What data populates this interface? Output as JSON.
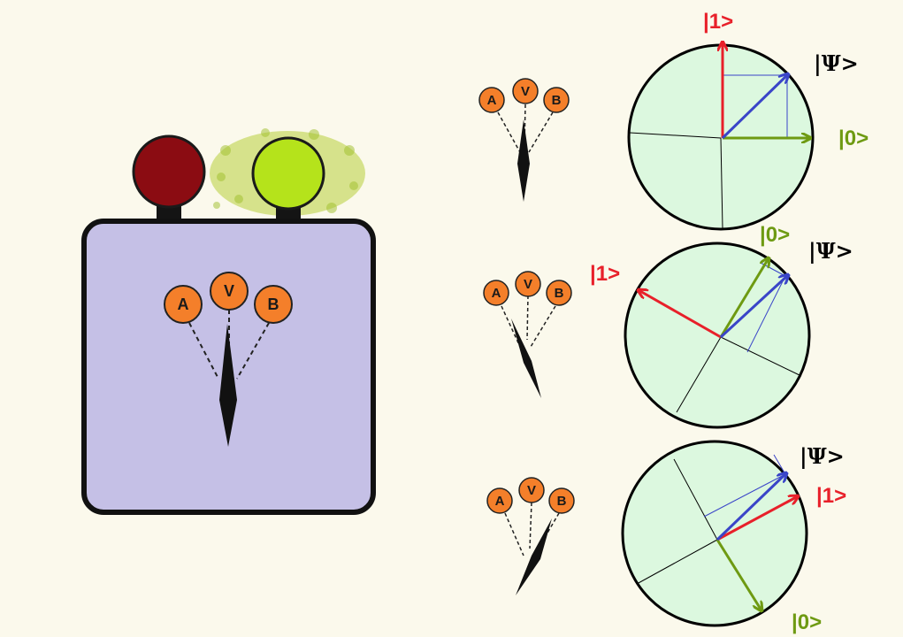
{
  "device": {
    "lamp_left_color": "#8b0c12",
    "lamp_right_color": "#b5e31b",
    "body_color": "#c5c0e6",
    "meter_labels": {
      "a": "A",
      "v": "V",
      "b": "B"
    }
  },
  "colors": {
    "ket_one": "#e8202a",
    "ket_zero": "#6e9a12",
    "state_vector": "#3a45c8",
    "sphere_fill": "#dcf8df",
    "meter_ball": "#f47f2a"
  },
  "rows": [
    {
      "meter_labels": {
        "a": "A",
        "v": "V",
        "b": "B"
      },
      "needle": "V",
      "ket_one": "|1>",
      "ket_zero": "|0>",
      "psi": "|Ψ>"
    },
    {
      "meter_labels": {
        "a": "A",
        "v": "V",
        "b": "B"
      },
      "needle": "between V and A",
      "ket_one": "|1>",
      "ket_zero": "|0>",
      "psi": "|Ψ>"
    },
    {
      "meter_labels": {
        "a": "A",
        "v": "V",
        "b": "B"
      },
      "needle": "between V and B",
      "ket_one": "|1>",
      "ket_zero": "|0>",
      "psi": "|Ψ>"
    }
  ]
}
